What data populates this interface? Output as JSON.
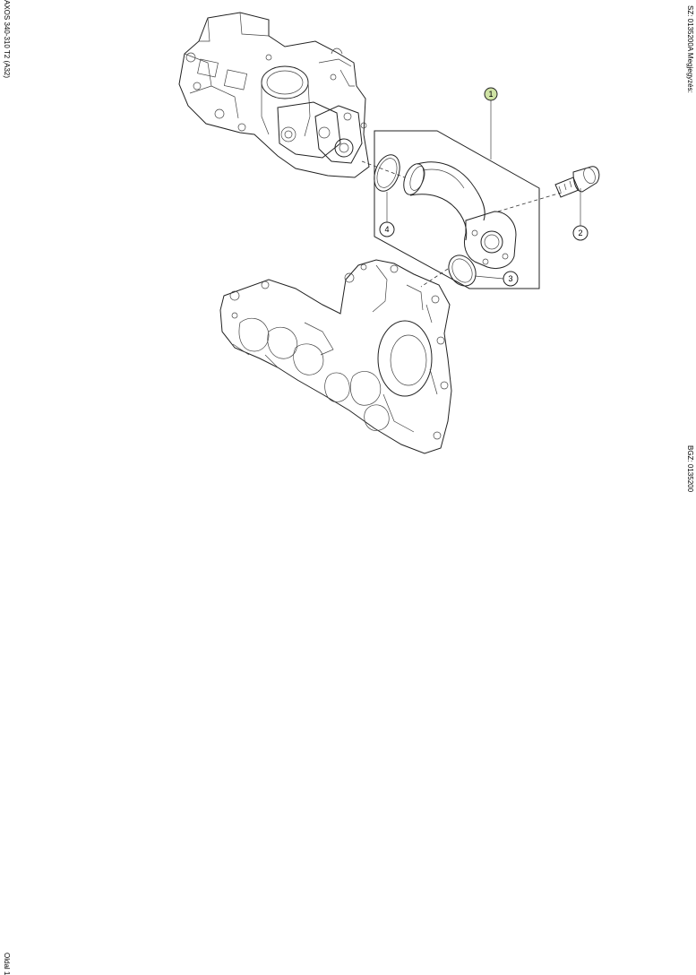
{
  "header": {
    "left_title": "AXOS 340-310 T2 (A32)",
    "right_code": "SZ: 0135200A   Megjegyzés:"
  },
  "footer": {
    "left_page": "Oldal 1",
    "right_code": "BGZ: 0135200"
  },
  "callouts": [
    {
      "number": "1",
      "highlighted": true
    },
    {
      "number": "2",
      "highlighted": false
    },
    {
      "number": "3",
      "highlighted": false
    },
    {
      "number": "4",
      "highlighted": false
    }
  ],
  "colors": {
    "highlight": "#cfe3a4",
    "line": "#222222"
  }
}
